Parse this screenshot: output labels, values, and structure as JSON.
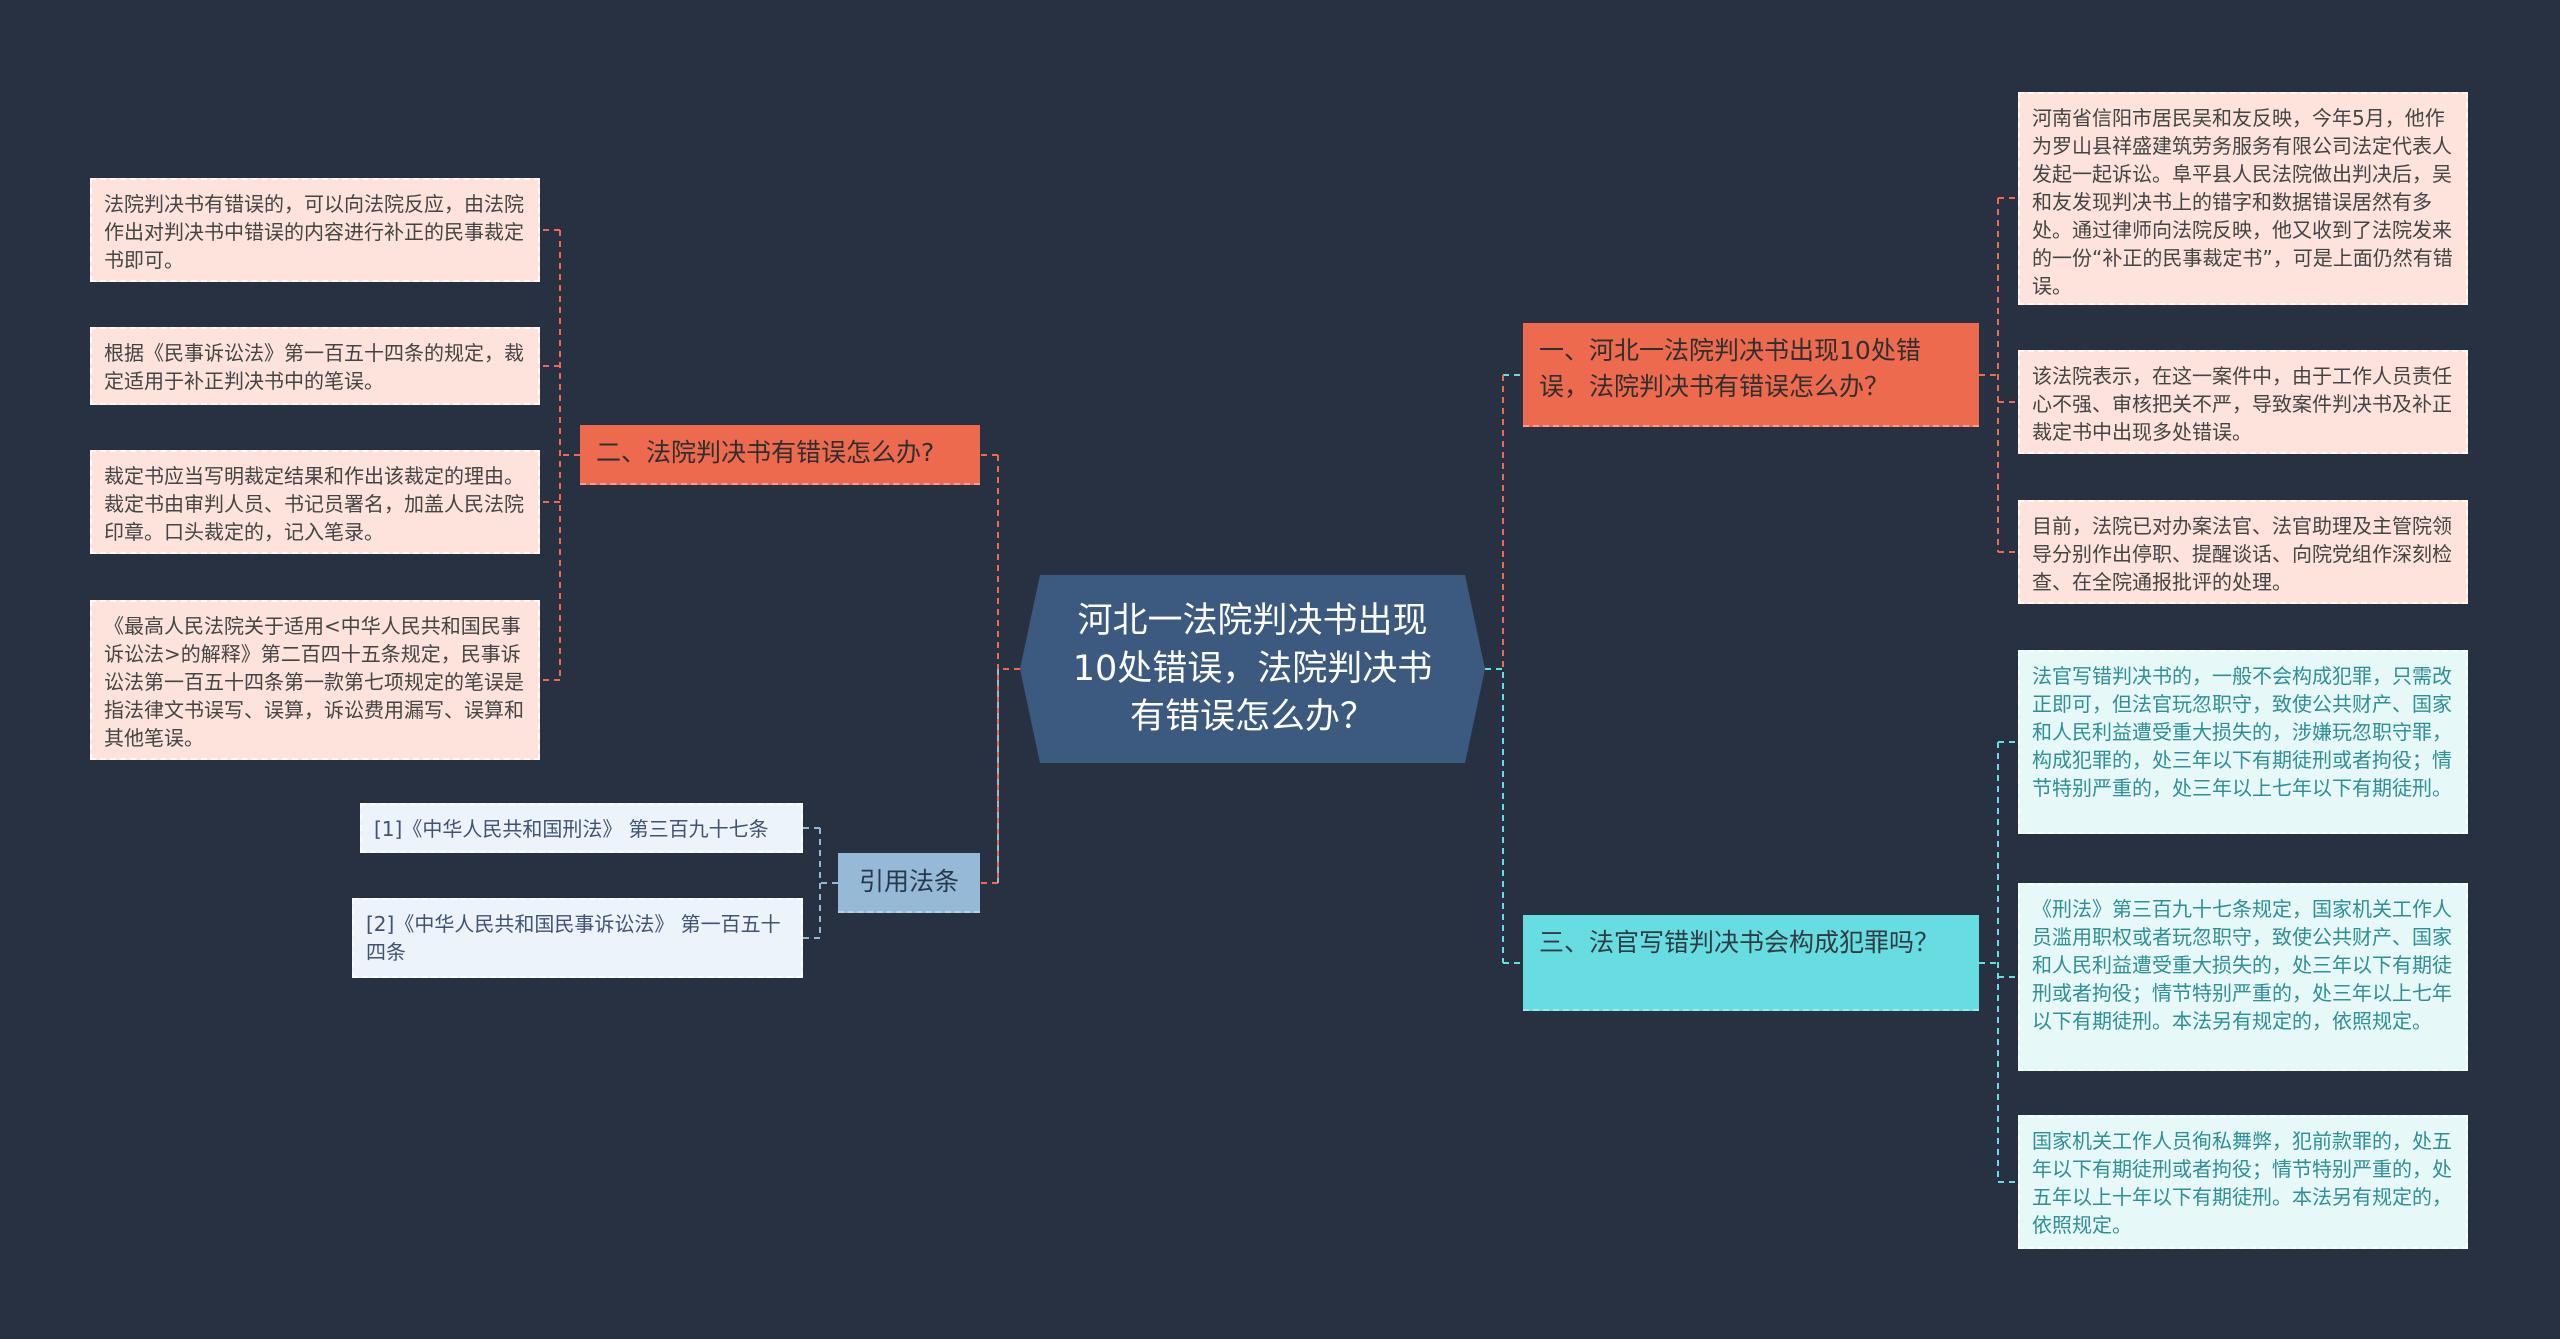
{
  "colors": {
    "background": "#283142",
    "center": "#3c5a80",
    "branch_red": "#ee6a4f",
    "branch_teal": "#67dde1",
    "branch_blue": "#96b9d8",
    "leaf_red": "#fde3dc",
    "leaf_teal": "#e6f8f7",
    "leaf_blue": "#edf3fb",
    "link_red": "#ee6a4f",
    "link_teal": "#67dde1",
    "link_blue": "#96b9d8"
  },
  "center": "河北一法院判决书出现10处错误，法院判决书有错误怎么办？",
  "branches": {
    "b1": {
      "label": "一、河北一法院判决书出现10处错误，法院判决书有错误怎么办？",
      "leaves": [
        "河南省信阳市居民吴和友反映，今年5月，他作为罗山县祥盛建筑劳务服务有限公司法定代表人发起一起诉讼。阜平县人民法院做出判决后，吴和友发现判决书上的错字和数据错误居然有多处。通过律师向法院反映，他又收到了法院发来的一份“补正的民事裁定书”，可是上面仍然有错误。",
        "该法院表示，在这一案件中，由于工作人员责任心不强、审核把关不严，导致案件判决书及补正裁定书中出现多处错误。",
        "目前，法院已对办案法官、法官助理及主管院领导分别作出停职、提醒谈话、向院党组作深刻检查、在全院通报批评的处理。"
      ]
    },
    "b2": {
      "label": "二、法院判决书有错误怎么办?",
      "leaves": [
        "法院判决书有错误的，可以向法院反应，由法院作出对判决书中错误的内容进行补正的民事裁定书即可。",
        "根据《民事诉讼法》第一百五十四条的规定，裁定适用于补正判决书中的笔误。",
        "裁定书应当写明裁定结果和作出该裁定的理由。裁定书由审判人员、书记员署名，加盖人民法院印章。口头裁定的，记入笔录。",
        "《最高人民法院关于适用<中华人民共和国民事诉讼法>的解释》第二百四十五条规定，民事诉讼法第一百五十四条第一款第七项规定的笔误是指法律文书误写、误算，诉讼费用漏写、误算和其他笔误。"
      ]
    },
    "b3": {
      "label": "三、法官写错判决书会构成犯罪吗？",
      "leaves": [
        "法官写错判决书的，一般不会构成犯罪，只需改正即可，但法官玩忽职守，致使公共财产、国家和人民利益遭受重大损失的，涉嫌玩忽职守罪，构成犯罪的，处三年以下有期徒刑或者拘役；情节特别严重的，处三年以上七年以下有期徒刑。",
        "《刑法》第三百九十七条规定，国家机关工作人员滥用职权或者玩忽职守，致使公共财产、国家和人民利益遭受重大损失的，处三年以下有期徒刑或者拘役；情节特别严重的，处三年以上七年以下有期徒刑。本法另有规定的，依照规定。",
        "国家机关工作人员徇私舞弊，犯前款罪的，处五年以下有期徒刑或者拘役；情节特别严重的，处五年以上十年以下有期徒刑。本法另有规定的，依照规定。"
      ]
    },
    "b4": {
      "label": "引用法条",
      "leaves": [
        "[1]《中华人民共和国刑法》 第三百九十七条",
        "[2]《中华人民共和国民事诉讼法》 第一百五十四条"
      ]
    }
  }
}
